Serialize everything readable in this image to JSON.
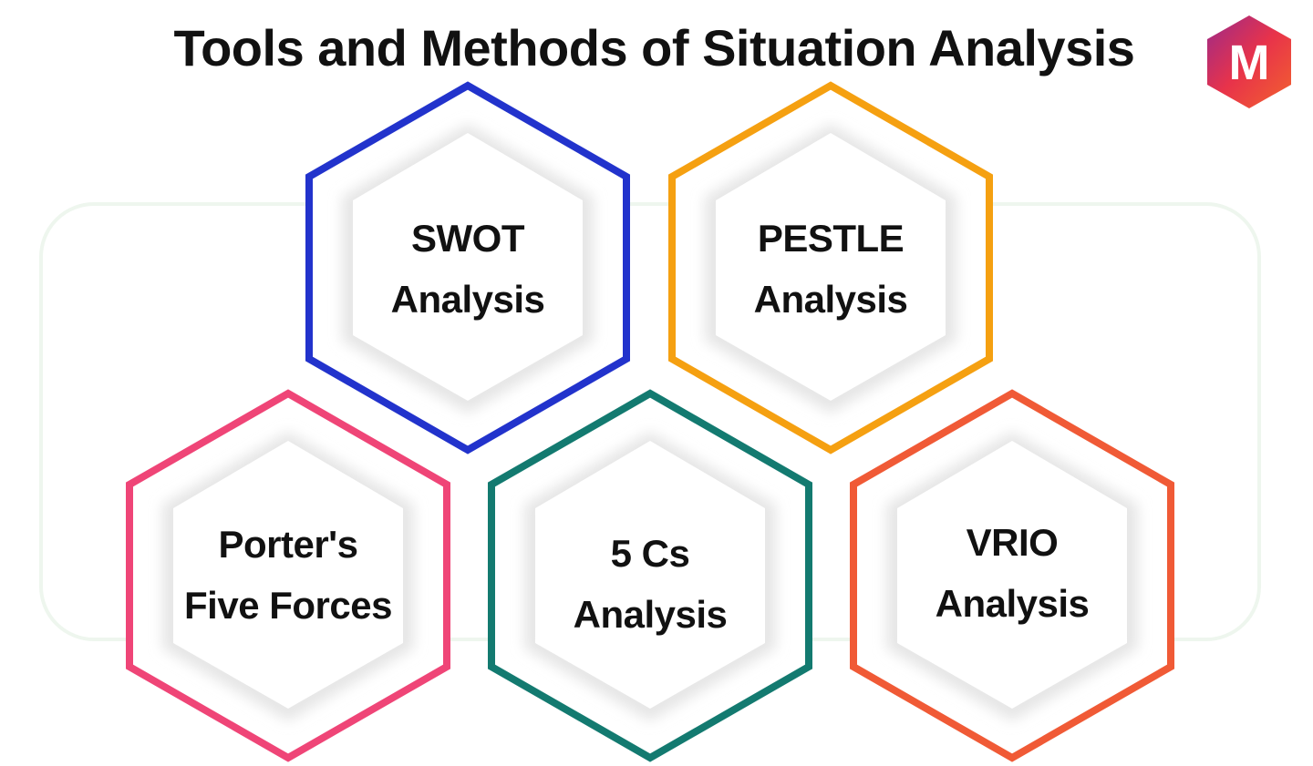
{
  "header": {
    "title": "Tools and Methods of Situation Analysis"
  },
  "logo": {
    "letter": "M",
    "gradient_start": "#9b2a8a",
    "gradient_mid": "#e8334a",
    "gradient_end": "#f2622e",
    "icon": "hexagon-m-logo-icon"
  },
  "background": {
    "frame_color": "#eef6ee"
  },
  "tools": [
    {
      "line1": "SWOT",
      "line2": "Analysis",
      "color": "#2233cc"
    },
    {
      "line1": "PESTLE",
      "line2": "Analysis",
      "color": "#f5a011"
    },
    {
      "line1": "Porter's",
      "line2": "Five Forces",
      "color": "#ef4577"
    },
    {
      "line1": "5 Cs",
      "line2": "Analysis",
      "color": "#137a70"
    },
    {
      "line1": "VRIO",
      "line2": "Analysis",
      "color": "#f05a36"
    }
  ]
}
